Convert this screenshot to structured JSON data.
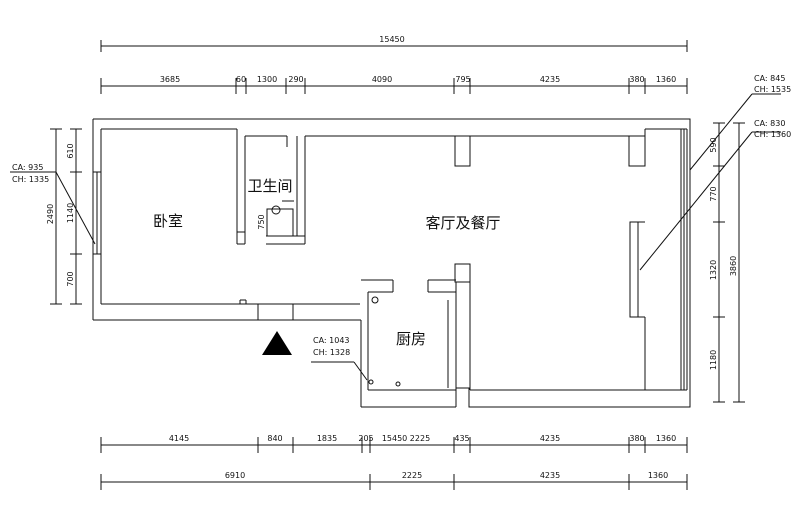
{
  "top_dims": {
    "overall": "15450",
    "segments": [
      "3685",
      "60",
      "1300",
      "290",
      "4090",
      "795",
      "4235",
      "380",
      "1360"
    ]
  },
  "bottom_dims": {
    "row1": [
      "4145",
      "840",
      "1835",
      "205",
      "15450 2225",
      "435",
      "4235",
      "380",
      "1360"
    ],
    "row2": [
      "6910",
      "2225",
      "4235",
      "1360"
    ]
  },
  "left_dims": {
    "overall": "2490",
    "segments": [
      "610",
      "1140",
      "700"
    ]
  },
  "right_dims": {
    "overall": "3860",
    "segments": [
      "590",
      "770",
      "1320",
      "1180"
    ]
  },
  "rooms": {
    "bedroom": "卧室",
    "bathroom": "卫生间",
    "living_dining": "客厅及餐厅",
    "kitchen": "厨房"
  },
  "annotations": {
    "left_window": [
      "CA: 935",
      "CH: 1335"
    ],
    "top_right_1": [
      "CA: 845",
      "CH: 1535"
    ],
    "top_right_2": [
      "CA: 830",
      "CH: 1360"
    ],
    "kitchen_window": [
      "CA: 1043",
      "CH: 1328"
    ],
    "bath_small": "750"
  }
}
